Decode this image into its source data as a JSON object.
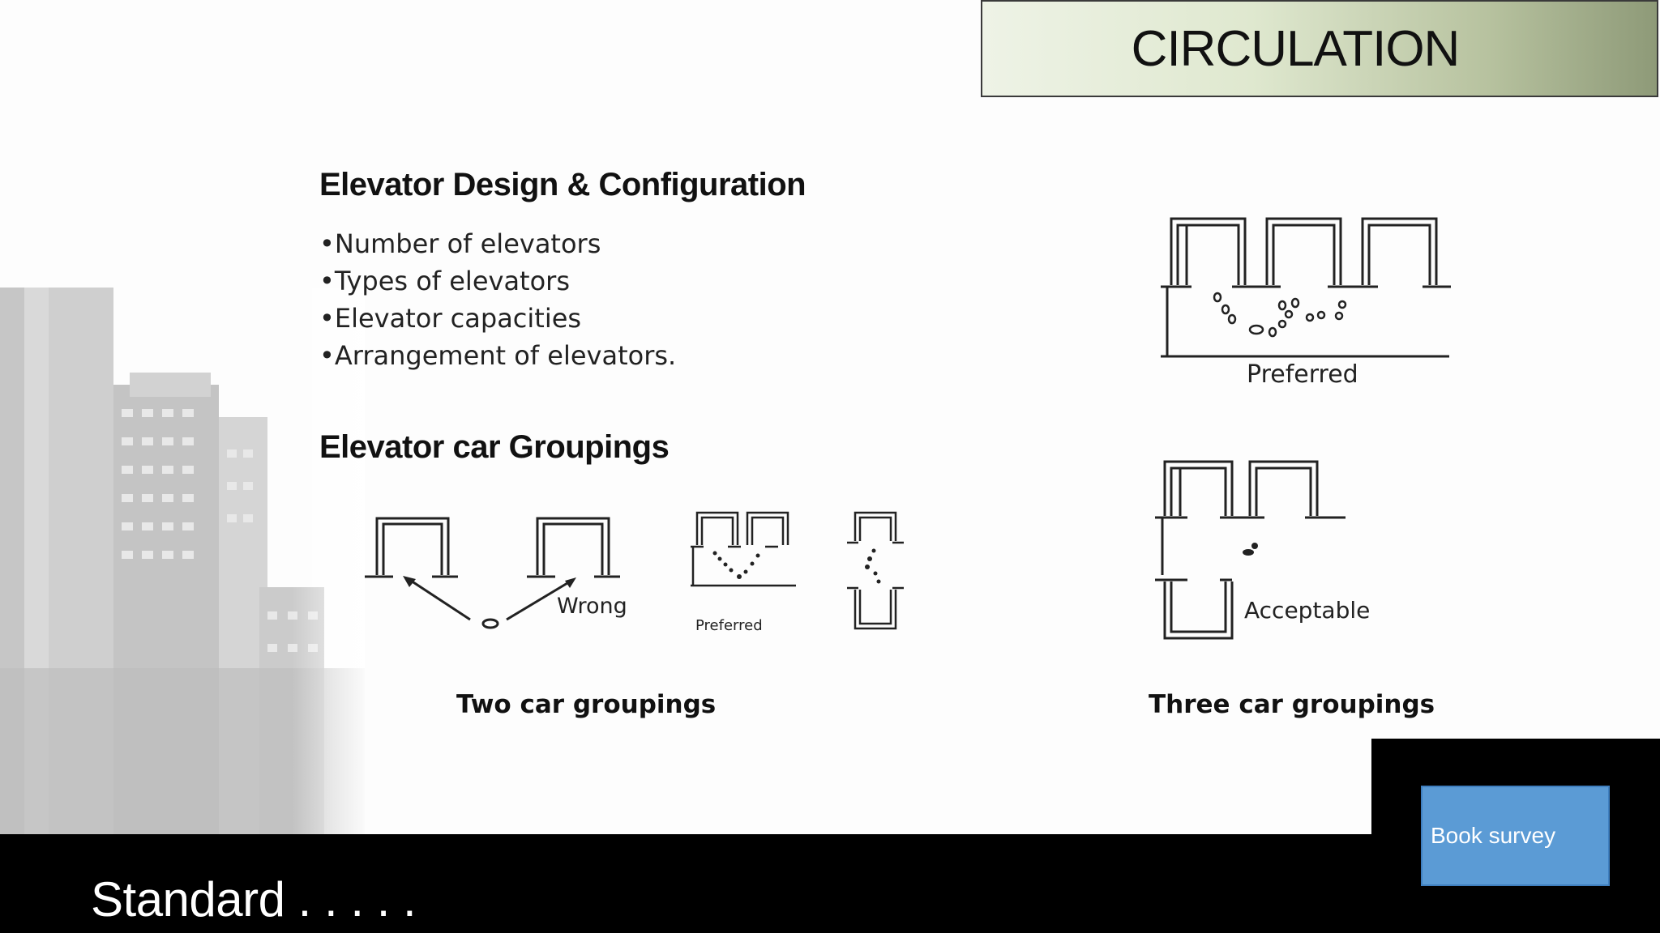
{
  "slide": {
    "title": "CIRCULATION",
    "section1": {
      "heading": "Elevator Design & Configuration",
      "bullets": [
        "•Number of elevators",
        "•Types of elevators",
        "•Elevator capacities",
        "•Arrangement of elevators."
      ]
    },
    "section2": {
      "heading": "Elevator car Groupings",
      "two_car": {
        "labels": [
          "Wrong",
          "Preferred"
        ],
        "caption": "Two car groupings"
      },
      "three_car": {
        "labels": [
          "Preferred",
          "Acceptable"
        ],
        "caption": "Three car groupings"
      }
    },
    "footer": {
      "text": "Standard . . . . .",
      "button_label": "Book survey",
      "button_color": "#5b9bd5"
    }
  }
}
